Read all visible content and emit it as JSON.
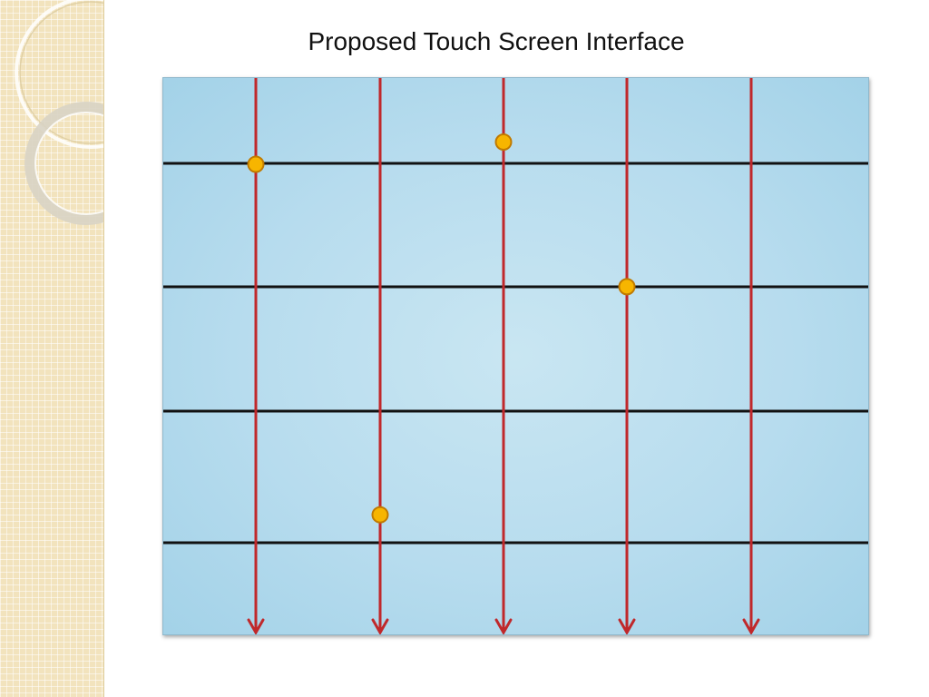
{
  "slide": {
    "title": "Proposed Touch Screen Interface"
  },
  "diagram": {
    "horizontal_line_count": 4,
    "vertical_arrow_count": 5,
    "touch_points": [
      {
        "column": 1,
        "row_fraction": 0.155
      },
      {
        "column": 2,
        "row_fraction": 0.785
      },
      {
        "column": 3,
        "row_fraction": 0.115
      },
      {
        "column": 4,
        "row_fraction": 0.375
      }
    ]
  },
  "colors": {
    "screen_background": "#b7dcee",
    "horizontal_line": "#111111",
    "arrow": "#c0282b",
    "touch_point_fill": "#f7b500",
    "touch_point_stroke": "#c07a00",
    "side_band": "#f2e3bd"
  }
}
